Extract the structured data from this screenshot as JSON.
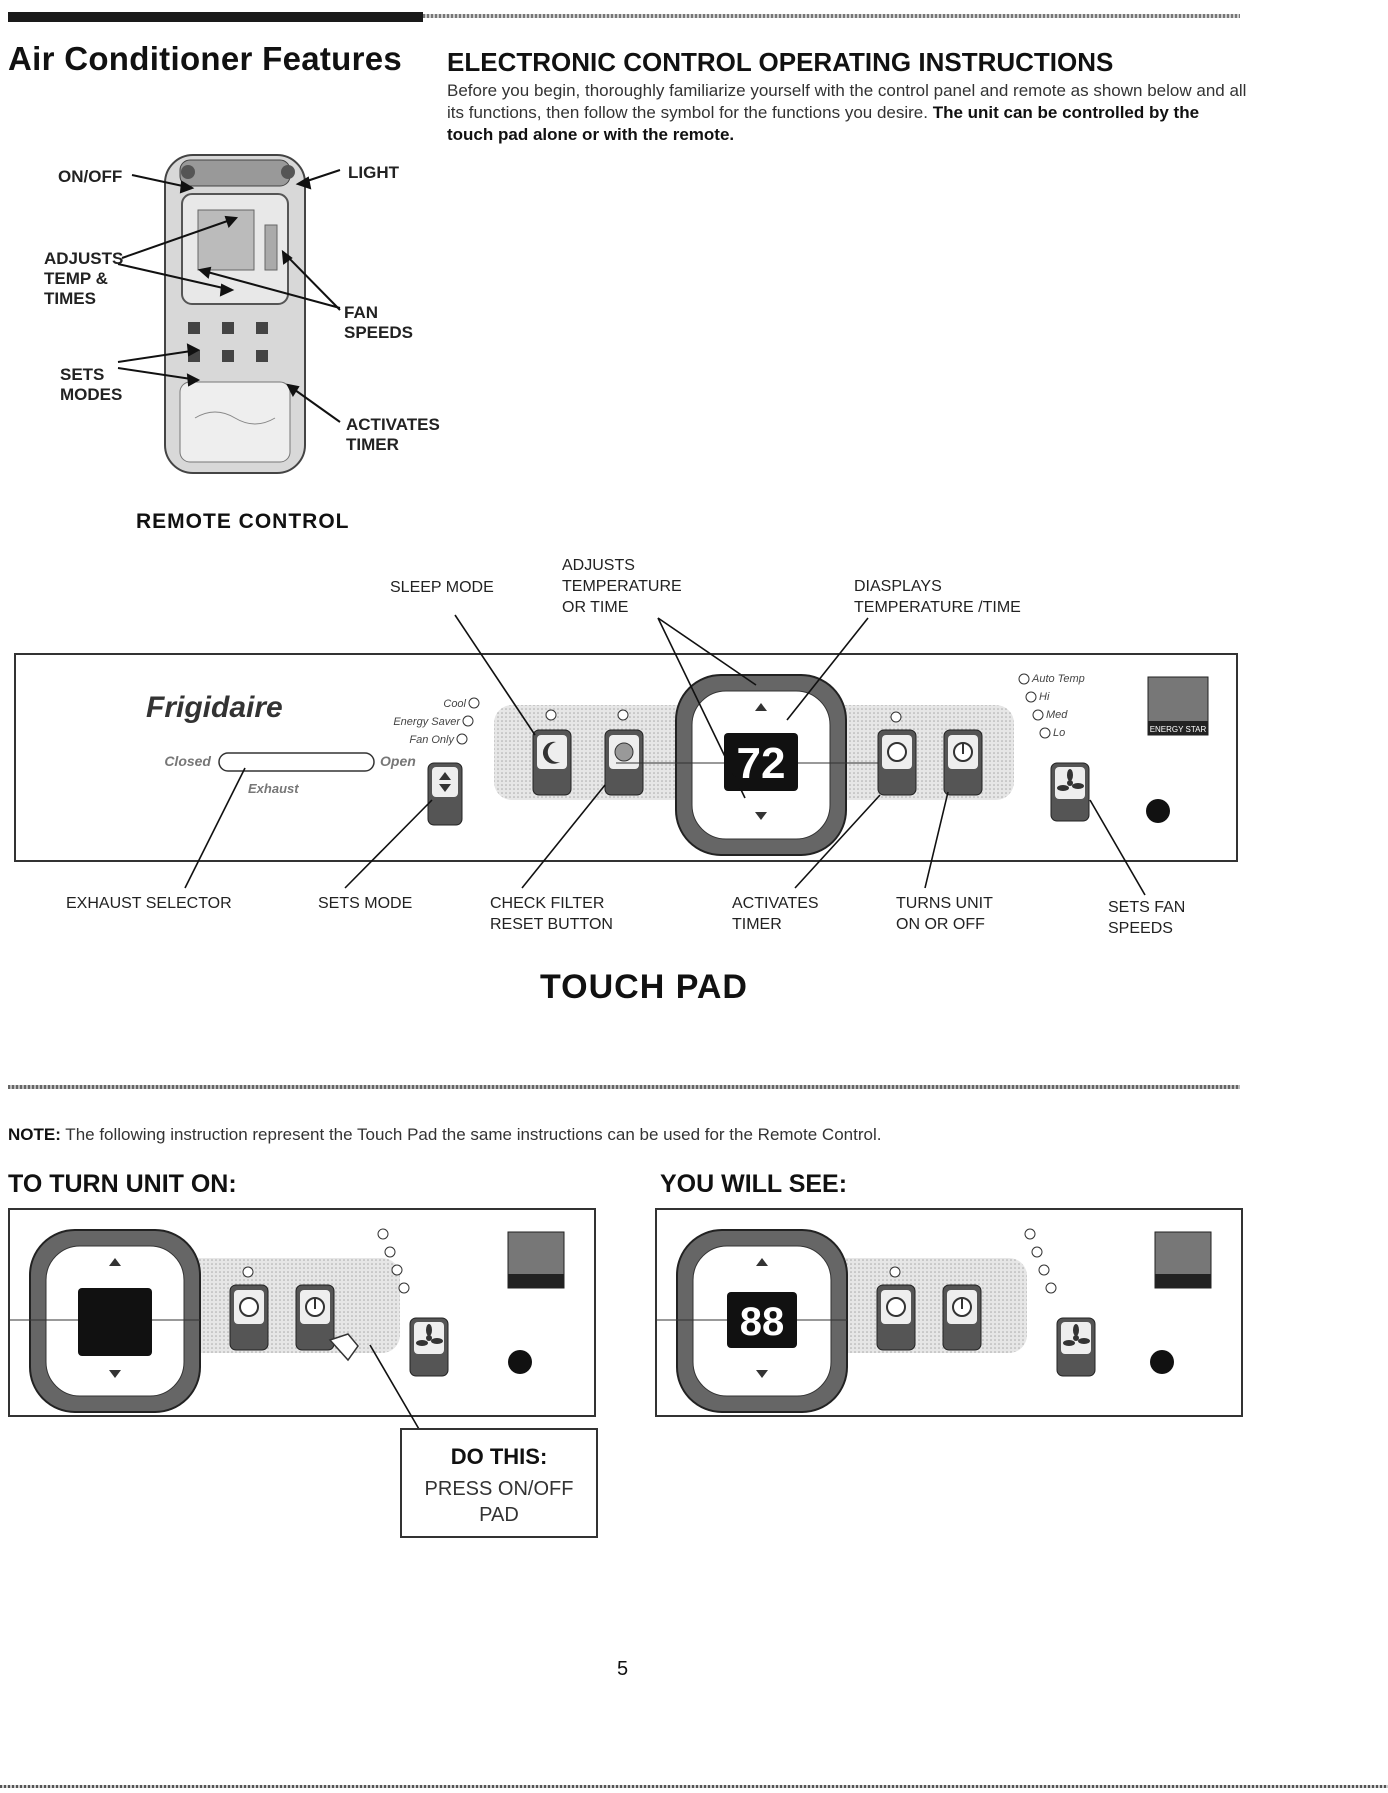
{
  "header": {
    "title": "Air Conditioner Features",
    "subtitle": "ELECTRONIC CONTROL OPERATING INSTRUCTIONS",
    "intro_text": "Before you begin, thoroughly familiarize yourself with the control panel and remote as shown below and all its functions, then follow the symbol for the functions you desire. ",
    "intro_bold": "The unit can be controlled by the touch pad alone or with the remote."
  },
  "remote": {
    "caption": "REMOTE CONTROL",
    "labels": {
      "on_off": "ON/OFF",
      "light": "LIGHT",
      "adjusts_line1": "ADJUSTS",
      "adjusts_line2": "TEMP &",
      "adjusts_line3": "TIMES",
      "fan_line1": "FAN",
      "fan_line2": "SPEEDS",
      "sets_line1": "SETS",
      "sets_line2": "MODES",
      "timer_line1": "ACTIVATES",
      "timer_line2": "TIMER"
    }
  },
  "touchpad": {
    "title": "TOUCH PAD",
    "top_labels": {
      "sleep": "SLEEP MODE",
      "adjusts_1": "ADJUSTS",
      "adjusts_2": "TEMPERATURE",
      "adjusts_3": "OR TIME",
      "displays_1": "DIASPLAYS",
      "displays_2": "TEMPERATURE /TIME"
    },
    "bottom_labels": {
      "exhaust": "EXHAUST SELECTOR",
      "mode": "SETS MODE",
      "filter_1": "CHECK FILTER",
      "filter_2": "RESET BUTTON",
      "timer_1": "ACTIVATES",
      "timer_2": "TIMER",
      "onoff_1": "TURNS UNIT",
      "onoff_2": "ON OR OFF",
      "fan_1": "SETS FAN",
      "fan_2": "SPEEDS"
    },
    "brand": "Frigidaire",
    "mode_options": [
      "Cool",
      "Energy Saver",
      "Fan Only"
    ],
    "exhaust_closed": "Closed",
    "exhaust_open": "Open",
    "exhaust_label": "Exhaust",
    "fan_options": [
      "Auto Temp",
      "Hi",
      "Med",
      "Lo"
    ],
    "display_value": "72",
    "button_labels": {
      "mode": "Mode",
      "sleep": "Sleep",
      "filter": "Check Filter",
      "timer": "Timer",
      "onoff": "On/Off",
      "fan": "Fan Speed",
      "temp_timer": "Temp/Timer"
    },
    "energy_star": "ENERGY STAR"
  },
  "note": {
    "label": "NOTE:",
    "text": " The following instruction represent the Touch Pad the same instructions can be used for the Remote Control."
  },
  "steps": {
    "turn_on_heading": "TO TURN UNIT ON:",
    "you_will_see_heading": "YOU WILL SEE:",
    "do_this_title": "DO THIS:",
    "do_this_line1": "PRESS ON/OFF",
    "do_this_line2": "PAD",
    "display_after": "88"
  },
  "page_number": "5"
}
